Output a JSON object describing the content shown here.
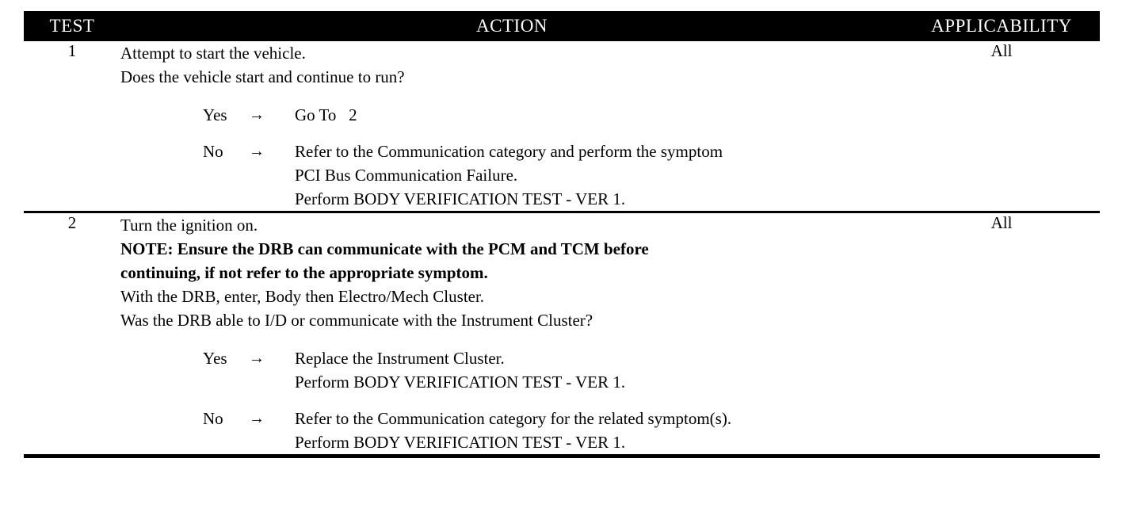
{
  "table": {
    "headers": {
      "test": "TEST",
      "action": "ACTION",
      "applicability": "APPLICABILITY"
    },
    "rows": [
      {
        "test": "1",
        "applicability": "All",
        "statements": [
          "Attempt to start the vehicle.",
          "Does the vehicle start and continue to run?"
        ],
        "branches": [
          {
            "label": "Yes",
            "arrow": "→",
            "lines": [
              "Go To   2"
            ]
          },
          {
            "label": "No",
            "arrow": "→",
            "lines": [
              "Refer to the Communication category and perform the symptom",
              "PCI Bus Communication Failure.",
              "Perform BODY VERIFICATION TEST - VER 1."
            ]
          }
        ]
      },
      {
        "test": "2",
        "applicability": "All",
        "statements": [
          "Turn the ignition on.",
          "NOTE: Ensure the DRB can communicate with the PCM and TCM before",
          "continuing, if not refer to the appropriate symptom.",
          "With the DRB, enter, Body then Electro/Mech Cluster.",
          "Was the DRB able to I/D or communicate with the Instrument Cluster?"
        ],
        "statement_bold_flags": [
          false,
          true,
          true,
          false,
          false
        ],
        "branches": [
          {
            "label": "Yes",
            "arrow": "→",
            "lines": [
              "Replace the Instrument Cluster.",
              "Perform BODY VERIFICATION TEST - VER 1."
            ]
          },
          {
            "label": "No",
            "arrow": "→",
            "lines": [
              "Refer to the Communication category for the related symptom(s).",
              "Perform BODY VERIFICATION TEST - VER 1."
            ]
          }
        ]
      }
    ]
  },
  "colors": {
    "header_background": "#000000",
    "header_text": "#ffffff",
    "border": "#000000",
    "page_background": "#ffffff",
    "body_text": "#000000"
  }
}
